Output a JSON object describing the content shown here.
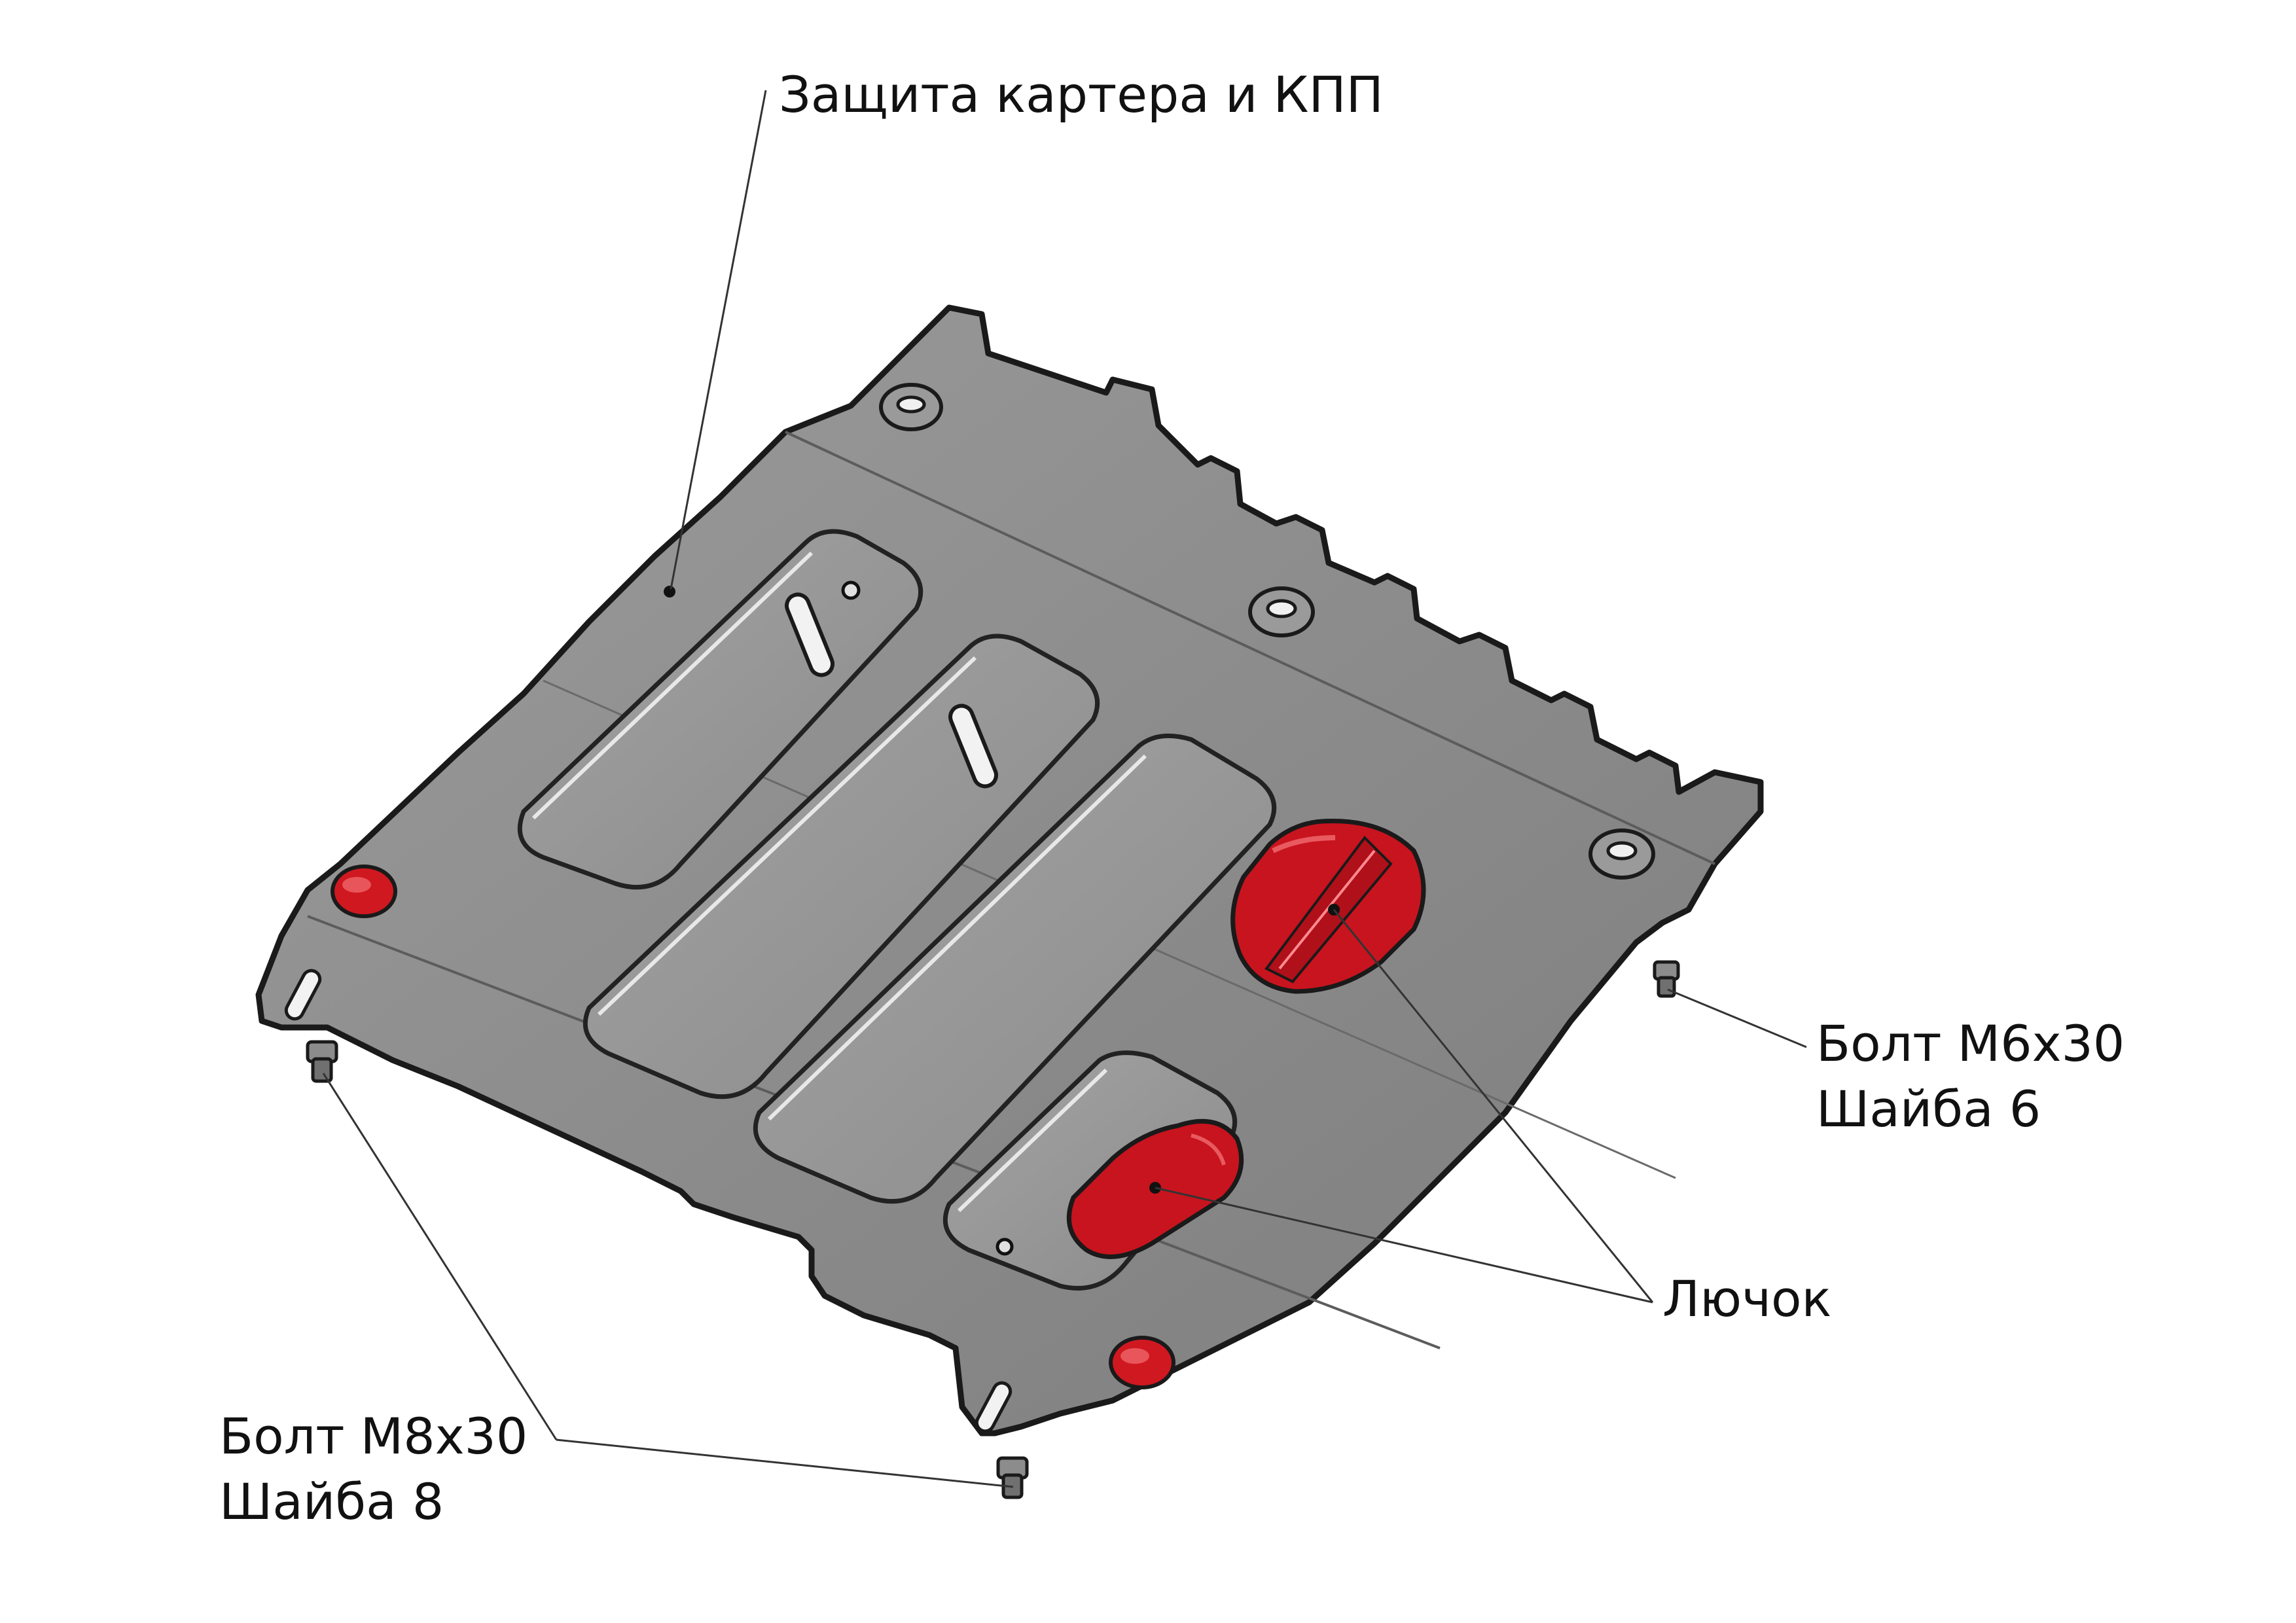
{
  "labels": {
    "guard": "Защита картера и КПП",
    "hatch": "Лючок",
    "bolt_small_line1": "Болт М6x30",
    "bolt_small_line2": "Шайба 6",
    "bolt_large_line1": "Болт М8x30",
    "bolt_large_line2": "Шайба 8"
  },
  "colors": {
    "plate": "#8f8f8f",
    "plate_light": "#a6a6a6",
    "plate_dark": "#6e6e6e",
    "outline": "#1a1a1a",
    "hatch_red": "#c8141e",
    "plug_red": "#d01820",
    "leader_line": "#333333"
  },
  "icons": [
    "bolt-icon",
    "hatch-icon",
    "plug-icon"
  ]
}
